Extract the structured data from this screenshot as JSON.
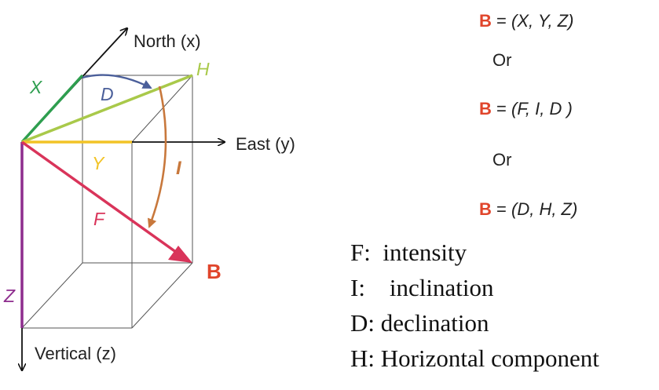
{
  "diagram": {
    "axis_north": "North (x)",
    "axis_east": "East (y)",
    "axis_vertical": "Vertical (z)",
    "label_x": "X",
    "label_y": "Y",
    "label_z": "Z",
    "label_h": "H",
    "label_d": "D",
    "label_i": "I",
    "label_f": "F",
    "label_b": "B"
  },
  "colors": {
    "x_component": "#2e9e4f",
    "h_component": "#a9c94a",
    "y_component": "#f2c326",
    "z_component": "#8e2d8e",
    "f_vector": "#d9345a",
    "declination": "#4b5f9a",
    "inclination": "#c8783c",
    "b_label": "#e0452b"
  },
  "equations": [
    {
      "b": "B",
      "eq": "=",
      "body": "(X, Y, Z)"
    },
    {
      "b": "B",
      "eq": "=",
      "body": "(F, I, D )"
    },
    {
      "b": "B",
      "eq": "=",
      "body": "(D, H, Z)"
    }
  ],
  "or_text": "Or",
  "legend": [
    "F:  intensity",
    "I:    inclination",
    "D: declination",
    "H: Horizontal component"
  ]
}
